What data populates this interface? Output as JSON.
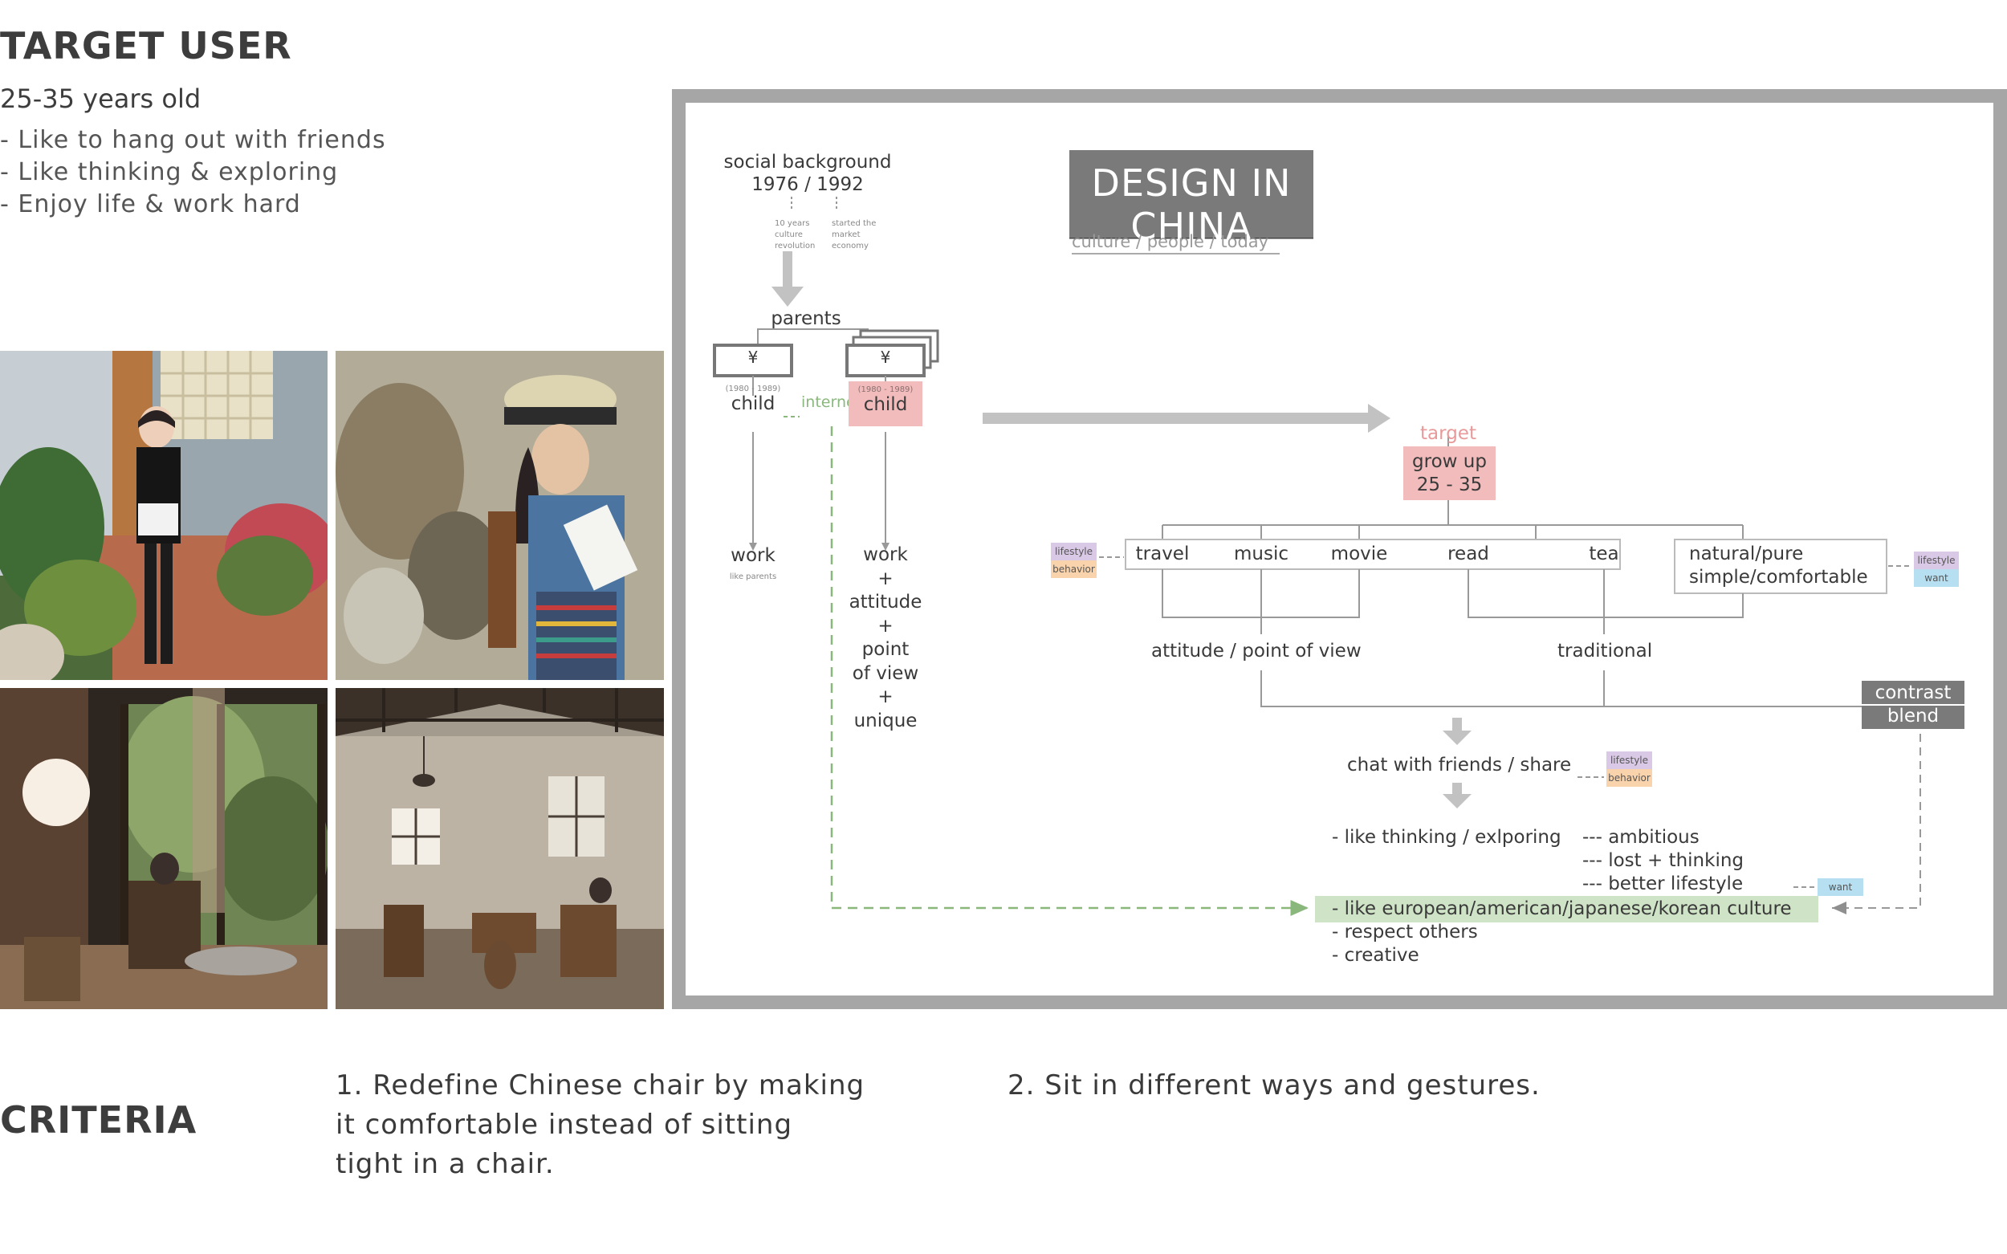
{
  "target_user": {
    "heading": "TARGET USER",
    "age": "25-35 years old",
    "traits": [
      "- Like to hang out with friends",
      "- Like thinking & exploring",
      "- Enjoy life & work hard"
    ]
  },
  "criteria": {
    "heading": "CRITERIA",
    "items": [
      "1. Redefine Chinese chair by making it comfortable instead of sitting tight in a chair.",
      "2. Sit in different ways and gestures."
    ]
  },
  "diagram": {
    "title": "DESIGN IN CHINA",
    "subtitle": "culture / people / today",
    "social_background": "social background",
    "years": "1976 / 1992",
    "note_left": "10 years culture revolution",
    "note_right": "started the market economy",
    "parents": "parents",
    "yuan_symbol": "¥",
    "child_years": "(1980 - 1989)",
    "child": "child",
    "internet": "internet",
    "work_left": "work",
    "work_left_note": "like parents",
    "work_right": [
      "work",
      "+",
      "attitude",
      "+",
      "point",
      "of view",
      "+",
      "unique"
    ],
    "target": "target",
    "grow_up": "grow up",
    "age_range": "25 - 35",
    "activities": [
      "travel",
      "music",
      "movie",
      "read",
      "tea"
    ],
    "natural": "natural/pure",
    "simple": "simple/comfortable",
    "attitude_pov": "attitude / point of view",
    "traditional": "traditional",
    "contrast": "contrast",
    "blend": "blend",
    "chat": "chat with friends / share",
    "thinking": "- like thinking / exlporing",
    "ambitious": "--- ambitious",
    "lost_thinking": "--- lost + thinking",
    "better_lifestyle": "--- better lifestyle",
    "culture": "- like european/american/japanese/korean culture",
    "respect": "- respect others",
    "creative": "- creative",
    "tag_lifestyle": "lifestyle",
    "tag_behavior": "behavior",
    "tag_want": "want"
  },
  "colors": {
    "title_bg": "#7a7a7a",
    "target_pink": "#f2bcbc",
    "target_text": "#e89a9a",
    "culture_green": "#cfe3c6",
    "internet_green": "#8ab87c",
    "tag_lifestyle": "#d9c8e6",
    "tag_behavior": "#f9d3ab",
    "tag_want": "#b6dff2",
    "contrast_bg": "#7a7a7a",
    "arrow_gray": "#c2c2c2"
  }
}
